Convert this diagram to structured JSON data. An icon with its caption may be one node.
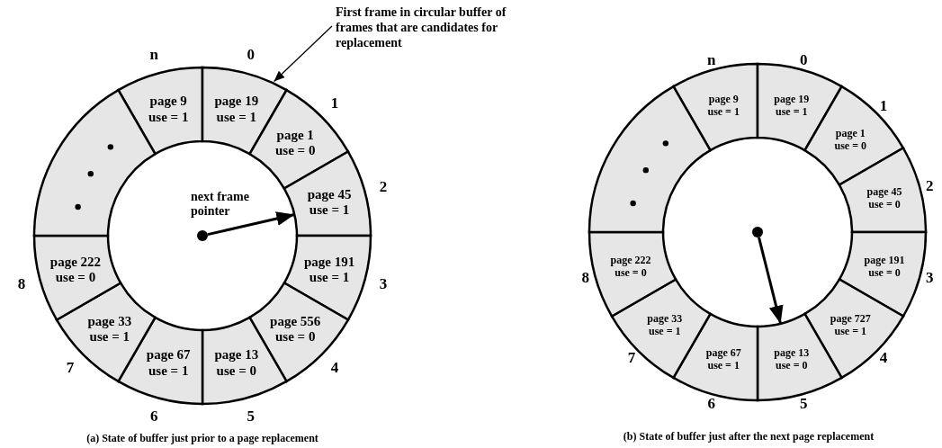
{
  "diagram": {
    "nodes": [
      {
        "text": [
          "page 9",
          "use = 1"
        ]
      },
      {
        "text": [
          "page 19",
          "use = 1"
        ]
      },
      {
        "text": [
          "page 1",
          "use = 0"
        ]
      },
      {
        "text": [
          "page 45",
          "use = 1"
        ]
      },
      {
        "text": [
          "page 191",
          "use = 1"
        ]
      },
      {
        "text": [
          "page 556",
          "use = 0"
        ]
      },
      {
        "text": [
          "page 13",
          "use = 0"
        ]
      },
      {
        "text": [
          "page 67",
          "use = 1"
        ]
      },
      {
        "text": [
          "page 33",
          "use = 1"
        ]
      },
      {
        "text": [
          "page 222",
          "use = 0"
        ]
      },
      {
        "text": [],
        "shape": "sector"
      },
      {
        "text": [],
        "shape": "circle"
      },
      {
        "text": [
          "First frame in circular buffer of frames that are candidates for replacement"
        ]
      },
      {
        "text": [
          "page 9",
          "use = 1"
        ]
      },
      {
        "text": [
          "page 19",
          "use = 1"
        ]
      },
      {
        "text": [
          "page 1",
          "use = 0"
        ]
      },
      {
        "text": [
          "page 45",
          "use = 0"
        ]
      },
      {
        "text": [
          "page 191",
          "use = 0"
        ]
      },
      {
        "text": [
          "page 727",
          "use = 1"
        ]
      },
      {
        "text": [
          "page 13",
          "use = 0"
        ]
      },
      {
        "text": [
          "page 67",
          "use = 1"
        ]
      },
      {
        "text": [
          "page 33",
          "use = 1"
        ]
      },
      {
        "text": [
          "page 222",
          "use = 0"
        ]
      },
      {
        "text": [],
        "shape": "sector"
      },
      {
        "text": [],
        "shape": "circle"
      }
    ],
    "edges": [
      {
        "from": 11,
        "to": 3,
        "arrow": "to"
      },
      {
        "from": 12,
        "to": 1,
        "arrow": "to"
      },
      {
        "from": 24,
        "to": 19,
        "arrow": "to"
      }
    ],
    "labels": [
      "n",
      "0",
      "1",
      "next frame pointer",
      "2",
      "3",
      "8",
      "4",
      "7",
      "6",
      "5",
      "(a) State of buffer just prior to a page replacement",
      "n",
      "0",
      "1",
      "2",
      "3",
      "8",
      "4",
      "7",
      "6",
      "5",
      "(b) State of buffer just after the next page replacement"
    ]
  }
}
